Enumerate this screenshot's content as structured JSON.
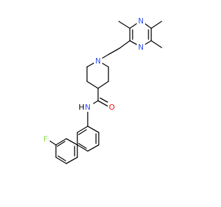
{
  "molecule": {
    "atoms": {
      "n_pyrazine_1": "N",
      "n_pyrazine_2": "N",
      "n_piperidine": "N",
      "o_carbonyl": "O",
      "n_amide": "N",
      "h_amide": "H",
      "f_fluoro": "F"
    }
  },
  "colors": {
    "bond": "#000000",
    "nitrogen": "#3050f8",
    "oxygen": "#ff0d0d",
    "fluorine": "#90e050",
    "carbon_text": "#000000",
    "background": "#ffffff"
  }
}
